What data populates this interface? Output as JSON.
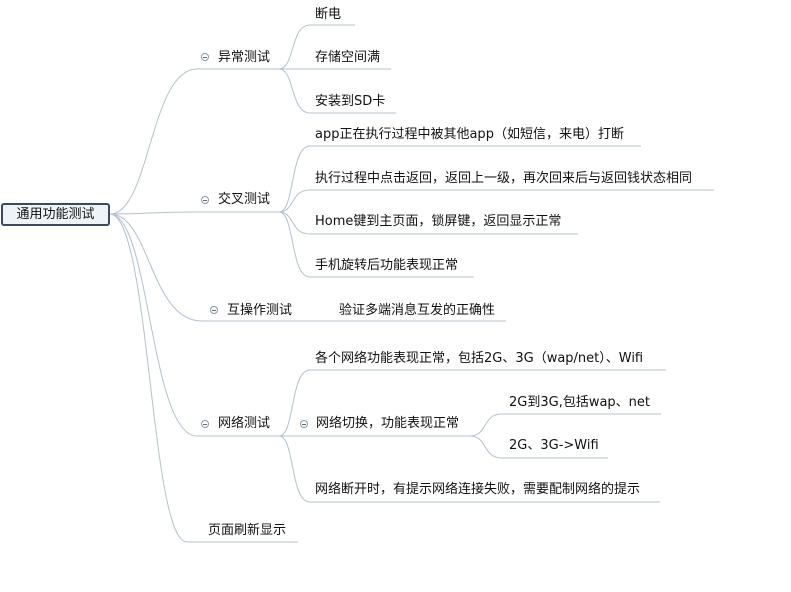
{
  "root": {
    "label": "通用功能测试"
  },
  "branches": [
    {
      "label": "异常测试",
      "children": [
        "断电",
        "存储空间满",
        "安装到SD卡"
      ]
    },
    {
      "label": "交叉测试",
      "children": [
        "app正在执行过程中被其他app（如短信，来电）打断",
        "执行过程中点击返回，返回上一级，再次回来后与返回钱状态相同",
        "Home键到主页面，锁屏键，返回显示正常",
        "手机旋转后功能表现正常"
      ]
    },
    {
      "label": "互操作测试",
      "children": [
        "验证多端消息互发的正确性"
      ]
    },
    {
      "label": "网络测试",
      "children": [
        "各个网络功能表现正常，包括2G、3G（wap/net）、Wifi",
        {
          "label": "网络切换，功能表现正常",
          "children": [
            "2G到3G,包括wap、net",
            "2G、3G->Wifi"
          ]
        },
        "网络断开时，有提示网络连接失败，需要配制网络的提示"
      ]
    },
    {
      "label": "页面刷新显示",
      "children": []
    }
  ],
  "colors": {
    "line": "#b3c1cf",
    "root_border": "#3c4a5a",
    "text": "#111111"
  }
}
